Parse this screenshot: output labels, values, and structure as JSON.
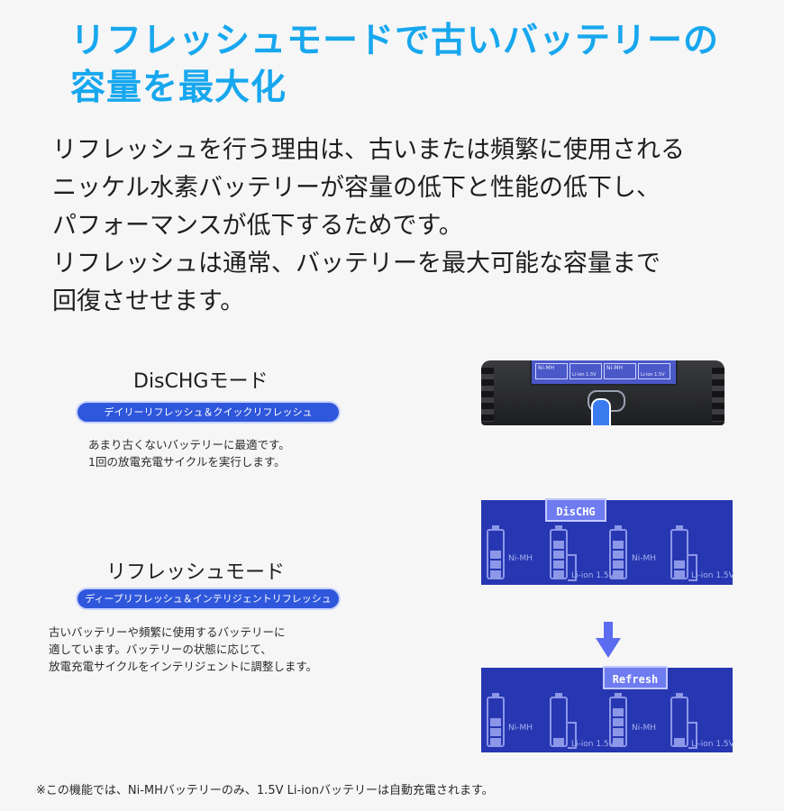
{
  "title": {
    "line1": "リフレッシュモードで古いバッテリーの",
    "line2": "容量を最大化"
  },
  "intro": {
    "lines": [
      "リフレッシュを行う理由は、古いまたは頻繁に使用される",
      "ニッケル水素バッテリーが容量の低下と性能の低下し、",
      "パフォーマンスが低下するためです。",
      "リフレッシュは通常、バッテリーを最大可能な容量まで",
      "回復させせます。"
    ]
  },
  "dischg_mode": {
    "name": "DisCHGモード",
    "badge": "デイリーリフレッシュ＆クイックリフレッシュ",
    "desc": [
      "あまり古くないバッテリーに最適です。",
      "1回の放電充電サイクルを実行します。"
    ]
  },
  "refresh_mode": {
    "name": "リフレッシュモード",
    "badge": "ディープリフレッシュ＆インテリジェントリフレッシュ",
    "desc": [
      "古いバッテリーや頻繁に使用するバッテリーに",
      "適しています。バッテリーの状態に応じて、",
      "放電充電サイクルをインテリジェントに調整します。"
    ]
  },
  "device_screen": {
    "labels": [
      "Ni-MH",
      "Li-ion 1.5V",
      "Ni-MH",
      "Li-ion 1.5V"
    ]
  },
  "panel_dischg": {
    "tag": "DisCHG",
    "labels": [
      "Ni-MH",
      "Li-ion 1.5V",
      "Ni-MH",
      "Li-ion 1.5V"
    ]
  },
  "panel_refresh": {
    "tag": "Refresh",
    "labels": [
      "Ni-MH",
      "Li-ion 1.5V",
      "Ni-MH",
      "Li-ion 1.5V"
    ]
  },
  "footnote": "※この機能では、Ni-MHバッテリーのみ、1.5V Li-ionバッテリーは自動充電されます。",
  "colors": {
    "title": "#17a7ee",
    "badge": "#2f57dc",
    "panel": "#2637b1",
    "arrow": "#5b6cf0"
  },
  "icons": [
    "hand-pointer-icon",
    "arrow-down-icon",
    "battery-icon"
  ]
}
